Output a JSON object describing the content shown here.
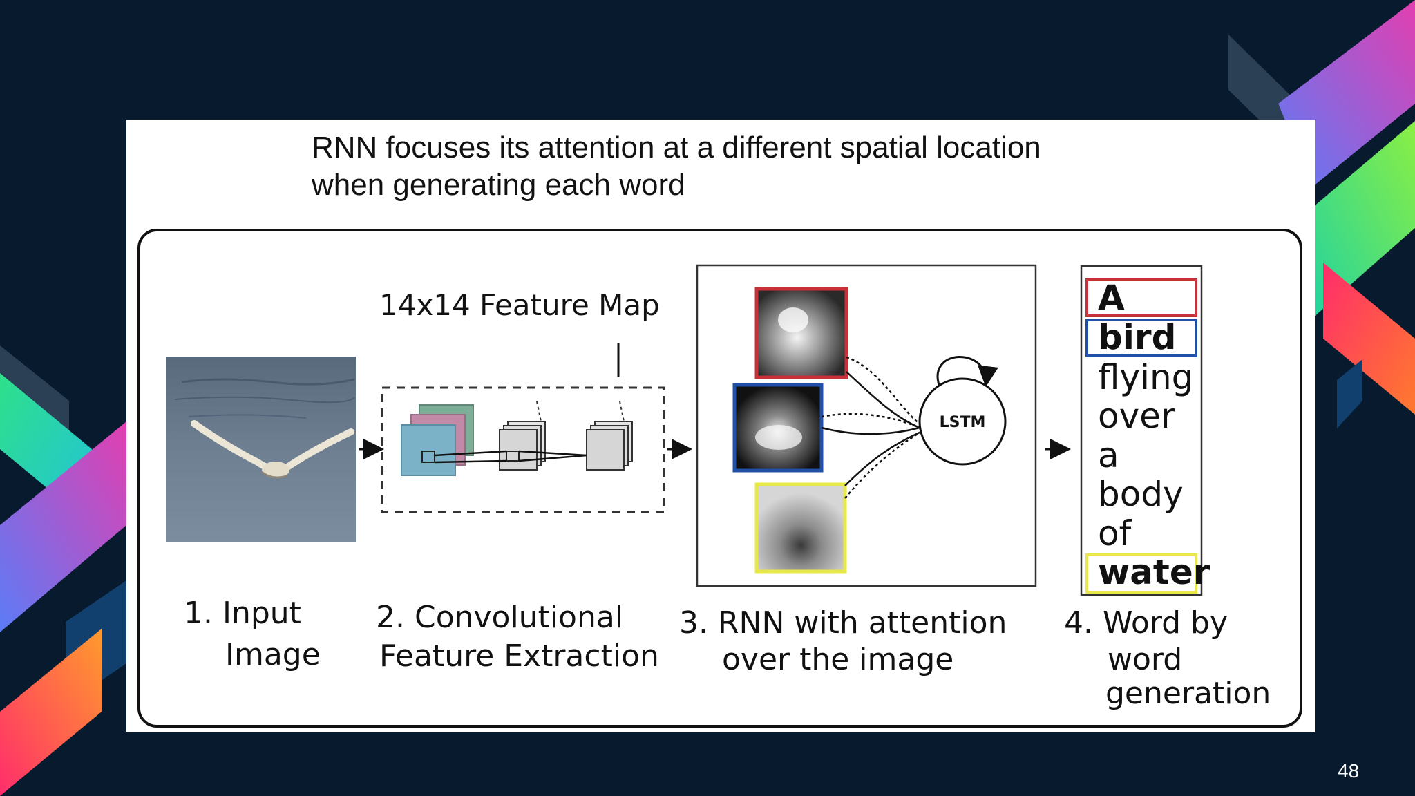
{
  "slide": {
    "caption_line1": "RNN focuses its attention at a different spatial location",
    "caption_line2": "when generating each word",
    "page_number": "48"
  },
  "diagram": {
    "feature_map_label": "14x14 Feature Map",
    "lstm_label": "LSTM",
    "words": [
      "A",
      "bird",
      "flying",
      "over",
      "a",
      "body",
      "of",
      "water"
    ],
    "steps": {
      "step1_line1": "1. Input",
      "step1_line2": "Image",
      "step2_line1": "2. Convolutional",
      "step2_line2": "Feature Extraction",
      "step3_line1": "3. RNN with attention",
      "step3_line2": "over the image",
      "step4_line1": "4. Word by",
      "step4_line2": "word",
      "step4_line3": "generation"
    }
  },
  "colors": {
    "slide_background": "#081a2e",
    "attention_red": "#c8313a",
    "attention_blue": "#2050a8",
    "attention_yellow": "#e8e84a"
  }
}
